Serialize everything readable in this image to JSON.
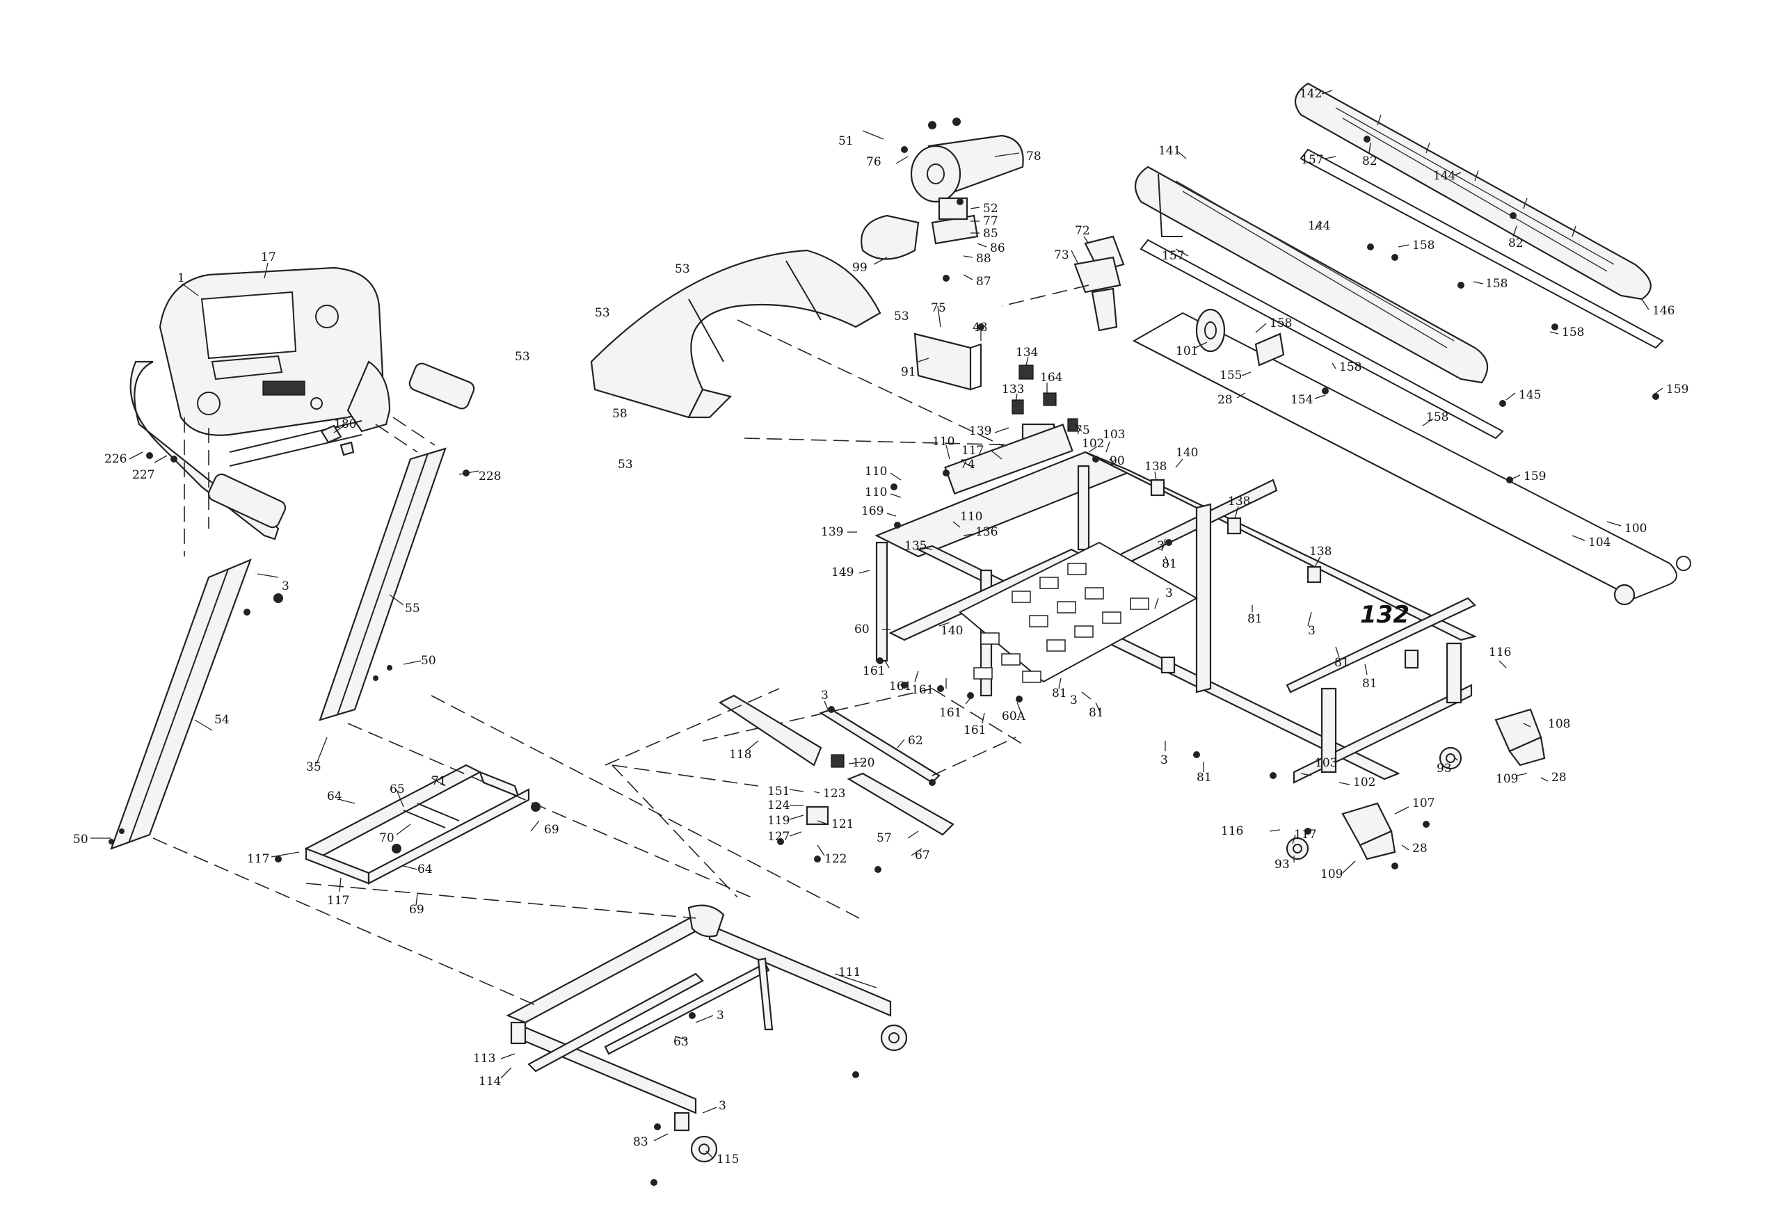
{
  "diagram": {
    "callouts": [
      {
        "id": "c1",
        "text": "1"
      },
      {
        "id": "c17",
        "text": "17"
      },
      {
        "id": "c226",
        "text": "226"
      },
      {
        "id": "c227",
        "text": "227"
      },
      {
        "id": "c180",
        "text": "180"
      },
      {
        "id": "c228",
        "text": "228"
      },
      {
        "id": "c3a",
        "text": "3"
      },
      {
        "id": "c55",
        "text": "55"
      },
      {
        "id": "c50a",
        "text": "50"
      },
      {
        "id": "c54",
        "text": "54"
      },
      {
        "id": "c35",
        "text": "35"
      },
      {
        "id": "c50b",
        "text": "50"
      },
      {
        "id": "c65",
        "text": "65"
      },
      {
        "id": "c71",
        "text": "71"
      },
      {
        "id": "c64a",
        "text": "64"
      },
      {
        "id": "c70",
        "text": "70"
      },
      {
        "id": "c69a",
        "text": "69"
      },
      {
        "id": "c117a",
        "text": "117"
      },
      {
        "id": "c64b",
        "text": "64"
      },
      {
        "id": "c117b",
        "text": "117"
      },
      {
        "id": "c69b",
        "text": "69"
      },
      {
        "id": "c111",
        "text": "111"
      },
      {
        "id": "c3b",
        "text": "3"
      },
      {
        "id": "c63",
        "text": "63"
      },
      {
        "id": "c113",
        "text": "113"
      },
      {
        "id": "c114",
        "text": "114"
      },
      {
        "id": "c3c",
        "text": "3"
      },
      {
        "id": "c83",
        "text": "83"
      },
      {
        "id": "c115",
        "text": "115"
      },
      {
        "id": "c53a",
        "text": "53"
      },
      {
        "id": "c53b",
        "text": "53"
      },
      {
        "id": "c53c",
        "text": "53"
      },
      {
        "id": "c53d",
        "text": "53"
      },
      {
        "id": "c53e",
        "text": "53"
      },
      {
        "id": "c58",
        "text": "58"
      },
      {
        "id": "c51",
        "text": "51"
      },
      {
        "id": "c76",
        "text": "76"
      },
      {
        "id": "c78",
        "text": "78"
      },
      {
        "id": "c52",
        "text": "52"
      },
      {
        "id": "c77",
        "text": "77"
      },
      {
        "id": "c85",
        "text": "85"
      },
      {
        "id": "c86",
        "text": "86"
      },
      {
        "id": "c88",
        "text": "88"
      },
      {
        "id": "c87",
        "text": "87"
      },
      {
        "id": "c99",
        "text": "99"
      },
      {
        "id": "c75a",
        "text": "75"
      },
      {
        "id": "c43",
        "text": "43"
      },
      {
        "id": "c91",
        "text": "91"
      },
      {
        "id": "c72",
        "text": "72"
      },
      {
        "id": "c73",
        "text": "73"
      },
      {
        "id": "c134",
        "text": "134"
      },
      {
        "id": "c164",
        "text": "164"
      },
      {
        "id": "c133",
        "text": "133"
      },
      {
        "id": "c139a",
        "text": "139"
      },
      {
        "id": "c75b",
        "text": "75"
      },
      {
        "id": "c117c",
        "text": "117"
      },
      {
        "id": "c74",
        "text": "74"
      },
      {
        "id": "c110a",
        "text": "110"
      },
      {
        "id": "c102a",
        "text": "102"
      },
      {
        "id": "c103a",
        "text": "103"
      },
      {
        "id": "c90",
        "text": "90"
      },
      {
        "id": "c138a",
        "text": "138"
      },
      {
        "id": "c140a",
        "text": "140"
      },
      {
        "id": "c110b",
        "text": "110"
      },
      {
        "id": "c110c",
        "text": "110"
      },
      {
        "id": "c169",
        "text": "169"
      },
      {
        "id": "c110d",
        "text": "110"
      },
      {
        "id": "c136",
        "text": "136"
      },
      {
        "id": "c135",
        "text": "135"
      },
      {
        "id": "c139b",
        "text": "139"
      },
      {
        "id": "c149",
        "text": "149"
      },
      {
        "id": "c3d",
        "text": "3"
      },
      {
        "id": "c81a",
        "text": "81"
      },
      {
        "id": "c138b",
        "text": "138"
      },
      {
        "id": "c138c",
        "text": "138"
      },
      {
        "id": "c81b",
        "text": "81"
      },
      {
        "id": "c3e",
        "text": "3"
      },
      {
        "id": "c132",
        "text": "132"
      },
      {
        "id": "c60",
        "text": "60"
      },
      {
        "id": "c140b",
        "text": "140"
      },
      {
        "id": "c3f",
        "text": "3"
      },
      {
        "id": "c81c",
        "text": "81"
      },
      {
        "id": "c81d",
        "text": "81"
      },
      {
        "id": "c161a",
        "text": "161"
      },
      {
        "id": "c161b",
        "text": "161"
      },
      {
        "id": "c161c",
        "text": "161"
      },
      {
        "id": "c161d",
        "text": "161"
      },
      {
        "id": "c161e",
        "text": "161"
      },
      {
        "id": "c60a",
        "text": "60A"
      },
      {
        "id": "c81e",
        "text": "81"
      },
      {
        "id": "c3g",
        "text": "3"
      },
      {
        "id": "c81f",
        "text": "81"
      },
      {
        "id": "c116a",
        "text": "116"
      },
      {
        "id": "c108",
        "text": "108"
      },
      {
        "id": "c3h",
        "text": "3"
      },
      {
        "id": "c81g",
        "text": "81"
      },
      {
        "id": "c93a",
        "text": "93"
      },
      {
        "id": "c109a",
        "text": "109"
      },
      {
        "id": "c28a",
        "text": "28"
      },
      {
        "id": "c103b",
        "text": "103"
      },
      {
        "id": "c102b",
        "text": "102"
      },
      {
        "id": "c116b",
        "text": "116"
      },
      {
        "id": "c117d",
        "text": "117"
      },
      {
        "id": "c107",
        "text": "107"
      },
      {
        "id": "c93b",
        "text": "93"
      },
      {
        "id": "c109b",
        "text": "109"
      },
      {
        "id": "c28b",
        "text": "28"
      },
      {
        "id": "c3i",
        "text": "3"
      },
      {
        "id": "c118",
        "text": "118"
      },
      {
        "id": "c62",
        "text": "62"
      },
      {
        "id": "c120",
        "text": "120"
      },
      {
        "id": "c151",
        "text": "151"
      },
      {
        "id": "c123",
        "text": "123"
      },
      {
        "id": "c124",
        "text": "124"
      },
      {
        "id": "c119",
        "text": "119"
      },
      {
        "id": "c121",
        "text": "121"
      },
      {
        "id": "c127",
        "text": "127"
      },
      {
        "id": "c122",
        "text": "122"
      },
      {
        "id": "c57",
        "text": "57"
      },
      {
        "id": "c67",
        "text": "67"
      },
      {
        "id": "c142",
        "text": "142"
      },
      {
        "id": "c82a",
        "text": "82"
      },
      {
        "id": "c157a",
        "text": "157"
      },
      {
        "id": "c144a",
        "text": "144"
      },
      {
        "id": "c82b",
        "text": "82"
      },
      {
        "id": "c146",
        "text": "146"
      },
      {
        "id": "c141",
        "text": "141"
      },
      {
        "id": "c144b",
        "text": "144"
      },
      {
        "id": "c157b",
        "text": "157"
      },
      {
        "id": "c158a",
        "text": "158"
      },
      {
        "id": "c158b",
        "text": "158"
      },
      {
        "id": "c158c",
        "text": "158"
      },
      {
        "id": "c158d",
        "text": "158"
      },
      {
        "id": "c158e",
        "text": "158"
      },
      {
        "id": "c158f",
        "text": "158"
      },
      {
        "id": "c101",
        "text": "101"
      },
      {
        "id": "c155",
        "text": "155"
      },
      {
        "id": "c28c",
        "text": "28"
      },
      {
        "id": "c154",
        "text": "154"
      },
      {
        "id": "c145",
        "text": "145"
      },
      {
        "id": "c159a",
        "text": "159"
      },
      {
        "id": "c159b",
        "text": "159"
      },
      {
        "id": "c100",
        "text": "100"
      },
      {
        "id": "c104",
        "text": "104"
      }
    ]
  }
}
